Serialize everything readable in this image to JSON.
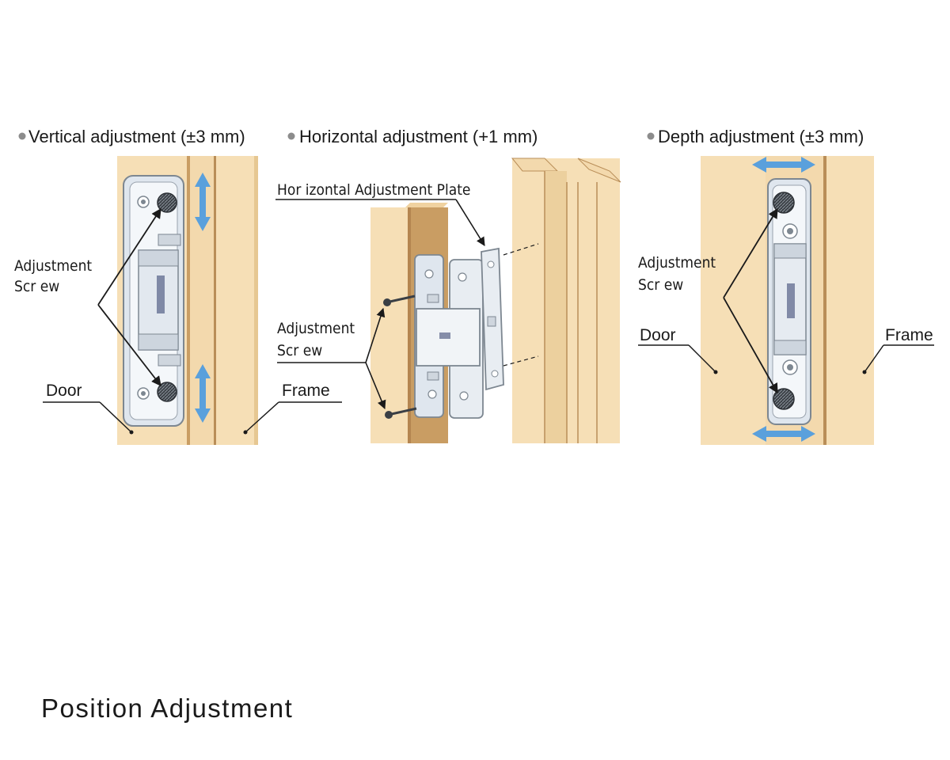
{
  "panels": {
    "vertical": {
      "title": "Vertical adjustment (±3 mm)",
      "screw_label_1": "Adjustment",
      "screw_label_2": "Scr ew",
      "door_label": "Door",
      "frame_label": "Frame"
    },
    "horizontal": {
      "title": "Horizontal adjustment (+1 mm)",
      "plate_label": "Hor izontal Adjustment Plate",
      "screw_label_1": "Adjustment",
      "screw_label_2": "Scr ew"
    },
    "depth": {
      "title": "Depth adjustment (±3 mm)",
      "screw_label_1": "Adjustment",
      "screw_label_2": "Scr ew",
      "door_label": "Door",
      "frame_label": "Frame"
    }
  },
  "caption": "Position Adjustment",
  "colors": {
    "wood_light": "#f6dfb6",
    "wood_mid": "#e9cc98",
    "wood_dark": "#c99d63",
    "metal": "#dfe6ee",
    "metal_edge": "#7d8791",
    "arrow": "#5aa0dc",
    "bullet": "#8c8c8c"
  }
}
